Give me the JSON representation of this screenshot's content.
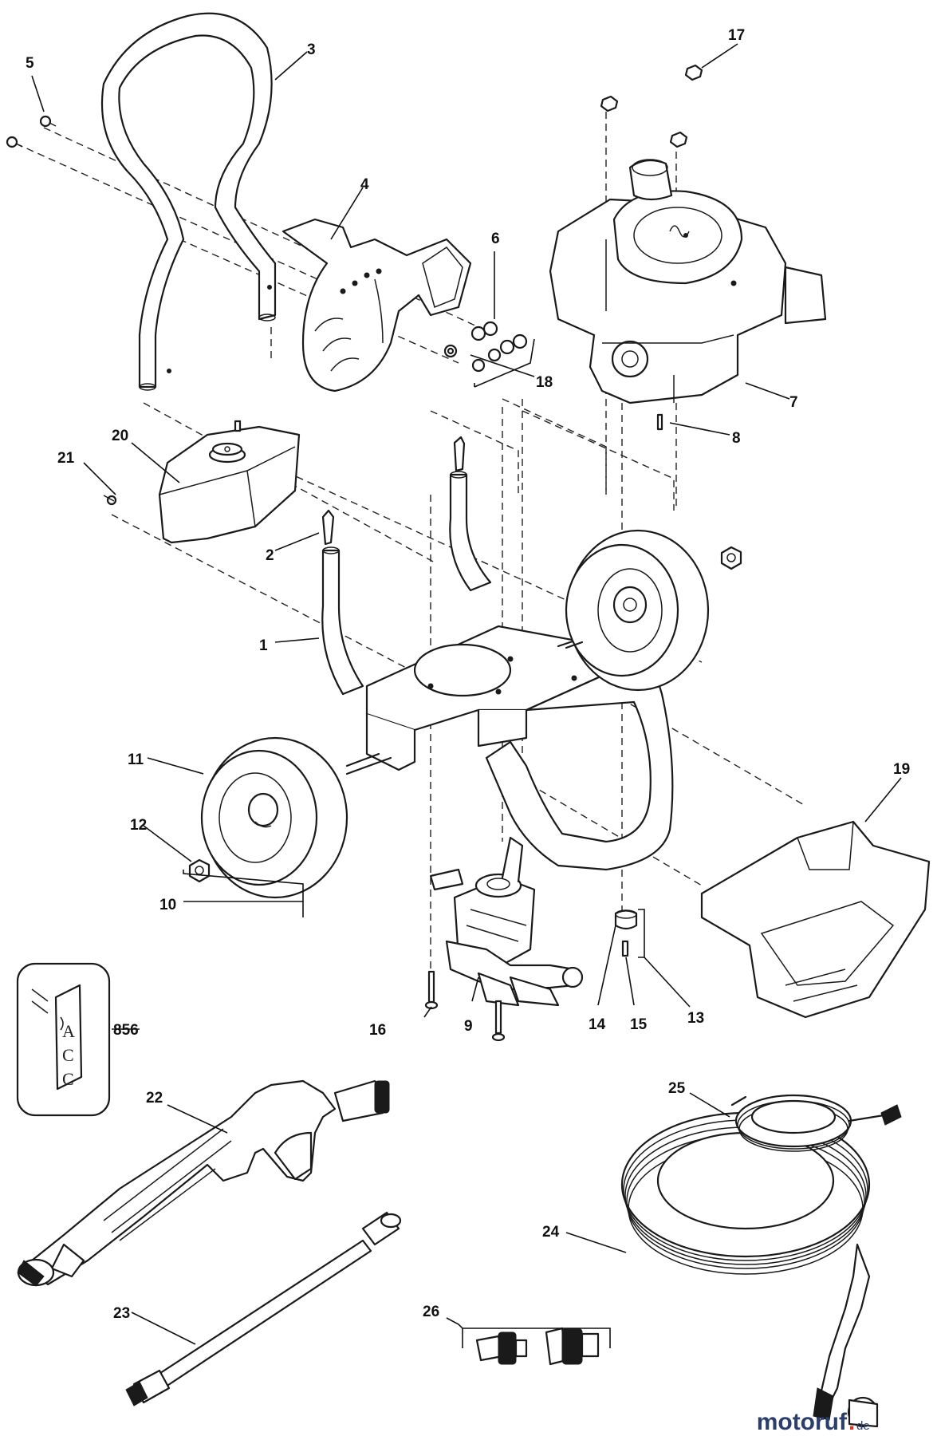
{
  "callouts": [
    "1",
    "2",
    "3",
    "4",
    "5",
    "6",
    "7",
    "8",
    "9",
    "10",
    "11",
    "12",
    "13",
    "14",
    "15",
    "16",
    "17",
    "18",
    "19",
    "20",
    "21",
    "22",
    "23",
    "24",
    "25",
    "26",
    "856"
  ],
  "tag_text": [
    "A",
    "C",
    "C"
  ],
  "watermark": {
    "main": "motoruf",
    "dot": ".",
    "suffix": "de"
  }
}
